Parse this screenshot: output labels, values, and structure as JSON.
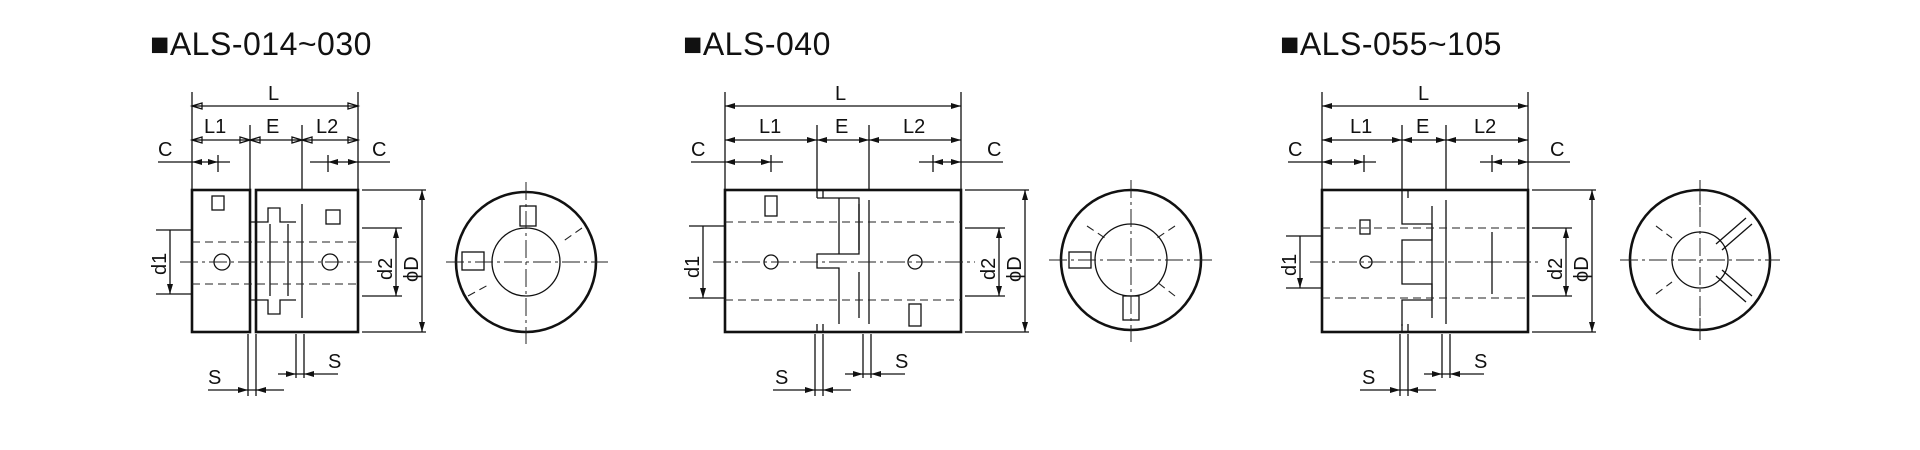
{
  "panels": [
    {
      "title": "■ALS-014~030",
      "labels": {
        "L": "L",
        "L1": "L1",
        "E": "E",
        "L2": "L2",
        "C_left": "C",
        "C_right": "C",
        "d1": "d1",
        "d2": "d2",
        "D": "ϕD",
        "S_left": "S",
        "S_right": "S"
      }
    },
    {
      "title": "■ALS-040",
      "labels": {
        "L": "L",
        "L1": "L1",
        "E": "E",
        "L2": "L2",
        "C_left": "C",
        "C_right": "C",
        "d1": "d1",
        "d2": "d2",
        "D": "ϕD",
        "S_left": "S",
        "S_right": "S"
      }
    },
    {
      "title": "■ALS-055~105",
      "labels": {
        "L": "L",
        "L1": "L1",
        "E": "E",
        "L2": "L2",
        "C_left": "C",
        "C_right": "C",
        "d1": "d1",
        "d2": "d2",
        "D": "ϕD",
        "S_left": "S",
        "S_right": "S"
      }
    }
  ]
}
